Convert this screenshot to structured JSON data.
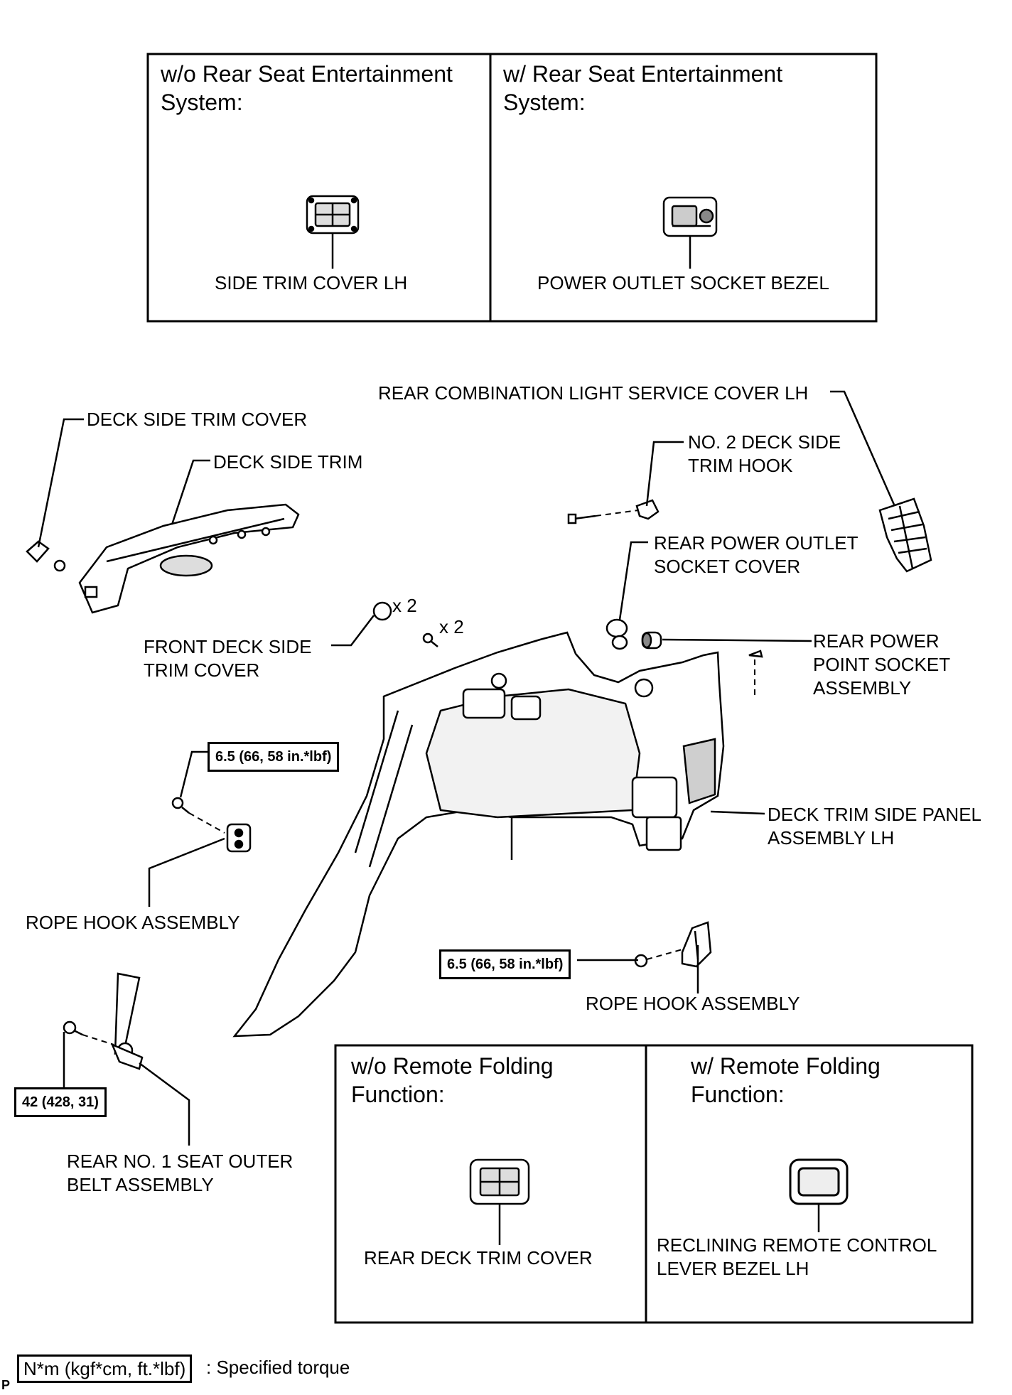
{
  "top_panel": {
    "left_heading": "w/o Rear Seat Entertainment System:",
    "left_part": "SIDE TRIM COVER LH",
    "right_heading": "w/ Rear Seat Entertainment System:",
    "right_part": "POWER OUTLET SOCKET BEZEL"
  },
  "parts": {
    "rear_combination_light_service_cover": "REAR COMBINATION LIGHT SERVICE COVER LH",
    "deck_side_trim_cover": "DECK SIDE TRIM COVER",
    "deck_side_trim": "DECK SIDE TRIM",
    "no2_deck_side_trim_hook": "NO. 2 DECK SIDE TRIM HOOK",
    "rear_power_outlet_socket_cover": "REAR POWER OUTLET SOCKET COVER",
    "front_deck_side_trim_cover": "FRONT DECK SIDE TRIM COVER",
    "rear_power_point_socket_assembly": "REAR POWER POINT SOCKET ASSEMBLY",
    "deck_trim_side_panel_assembly": "DECK TRIM SIDE PANEL ASSEMBLY LH",
    "rope_hook_assembly_left": "ROPE HOOK ASSEMBLY",
    "rope_hook_assembly_right": "ROPE HOOK ASSEMBLY",
    "rear_seat_outer_belt": "REAR NO. 1 SEAT OUTER BELT ASSEMBLY"
  },
  "quantities": {
    "clip_count": "x 2",
    "screw_count": "x 2"
  },
  "torques": {
    "rope_hook_left": "6.5 (66, 58 in.*lbf)",
    "rope_hook_right": "6.5 (66, 58 in.*lbf)",
    "seat_belt": "42 (428, 31)"
  },
  "bottom_panel": {
    "left_heading": "w/o Remote Folding Function:",
    "left_part": "REAR DECK TRIM COVER",
    "right_heading": "w/ Remote Folding Function:",
    "right_part": "RECLINING REMOTE CONTROL LEVER BEZEL LH"
  },
  "legend": {
    "unit": "N*m (kgf*cm, ft.*lbf)",
    "description": ": Specified torque"
  },
  "corner_mark": "P"
}
